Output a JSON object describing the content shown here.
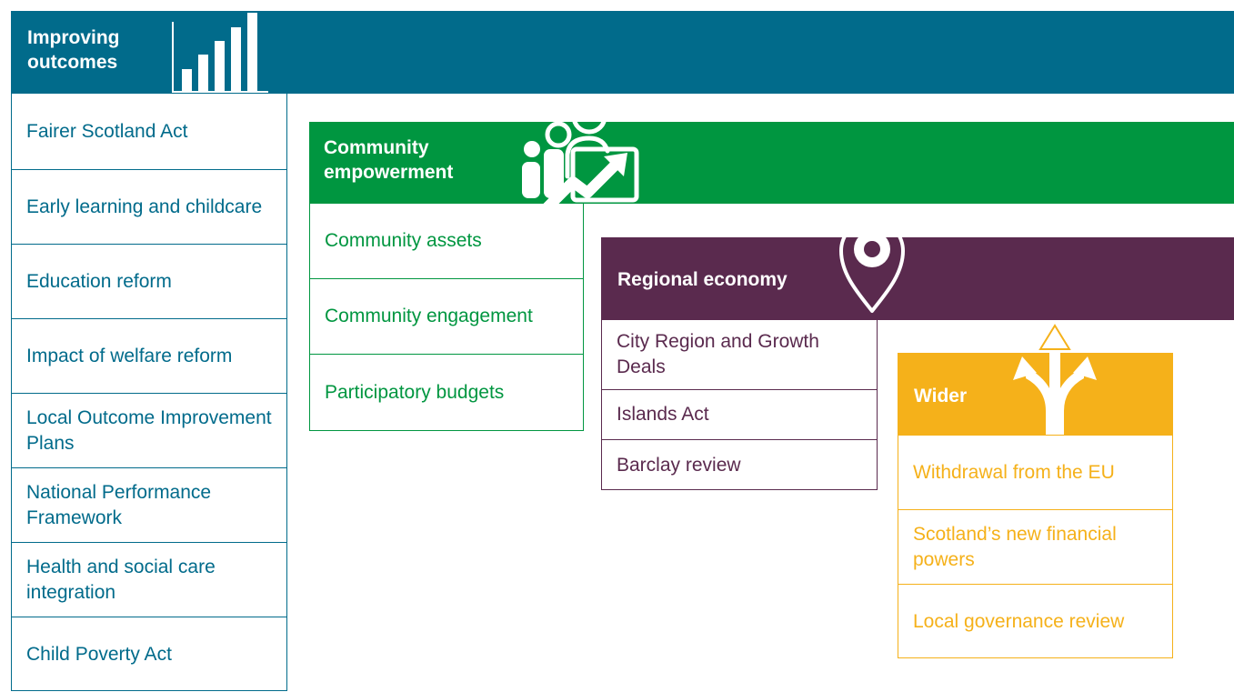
{
  "colors": {
    "improving": "#016b8b",
    "community": "#009640",
    "regional": "#5a2a4e",
    "wider": "#f5b11a"
  },
  "improving_outcomes": {
    "title": "Improving outcomes",
    "icon": "bar-chart-icon",
    "items": [
      "Fairer Scotland Act",
      "Early learning and childcare",
      "Education reform",
      "Impact of welfare reform",
      "Local Outcome Improvement Plans",
      "National Performance Framework",
      "Health and social care integration",
      "Child Poverty Act"
    ]
  },
  "community_empowerment": {
    "title": "Community empowerment",
    "icon": "people-growth-icon",
    "items": [
      "Community assets",
      "Community engagement",
      "Participatory budgets"
    ]
  },
  "regional_economy": {
    "title": "Regional economy",
    "icon": "location-pin-icon",
    "items": [
      "City Region and Growth Deals",
      "Islands Act",
      "Barclay review"
    ]
  },
  "wider": {
    "title": "Wider",
    "icon": "diverging-arrows-icon",
    "items": [
      "Withdrawal from the EU",
      "Scotland’s new financial powers",
      "Local governance review"
    ]
  }
}
